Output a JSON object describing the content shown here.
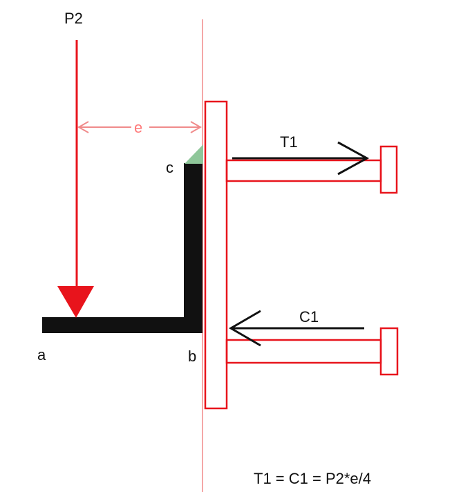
{
  "labels": {
    "p2": "P2",
    "e": "e",
    "t1": "T1",
    "c1": "C1",
    "a": "a",
    "b": "b",
    "c": "c",
    "formula": "T1 = C1 = P2*e/4"
  },
  "colors": {
    "red": "#e8141c",
    "light_red": "#f08a8a",
    "black": "#111111",
    "green": "#8fc79a",
    "background": "#ffffff"
  }
}
